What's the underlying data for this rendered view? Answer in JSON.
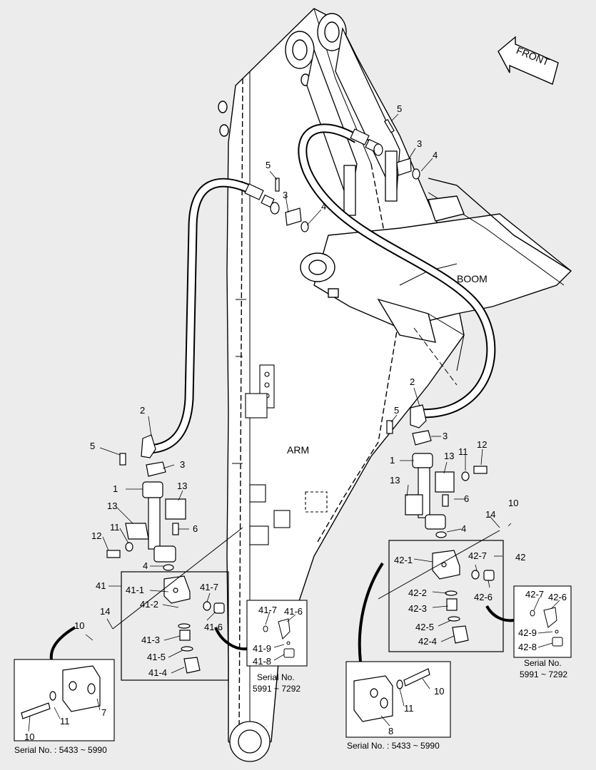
{
  "labels": {
    "front": "FRONT",
    "boom": "BOOM",
    "arm": "ARM",
    "p1": "1",
    "p2": "2",
    "p3": "3",
    "p4": "4",
    "p5": "5",
    "p6": "6",
    "p7": "7",
    "p8": "8",
    "p10": "10",
    "p11": "11",
    "p12": "12",
    "p13": "13",
    "p14": "14",
    "p41": "41",
    "p42": "42",
    "p41_1": "41-1",
    "p41_2": "41-2",
    "p41_3": "41-3",
    "p41_4": "41-4",
    "p41_5": "41-5",
    "p41_6": "41-6",
    "p41_7": "41-7",
    "p41_8": "41-8",
    "p41_9": "41-9",
    "p42_1": "42-1",
    "p42_2": "42-2",
    "p42_3": "42-3",
    "p42_4": "42-4",
    "p42_5": "42-5",
    "p42_6": "42-6",
    "p42_7": "42-7",
    "p42_8": "42-8",
    "p42_9": "42-9"
  },
  "captions": {
    "serial_left_bottom": "Serial No. : 5433 ~ 5990",
    "serial_mid_bottom": "Serial No. : 5433 ~ 5990",
    "serial_left_inset_title": "Serial No.",
    "serial_left_inset_range": "5991 ~ 7292",
    "serial_right_inset_title": "Serial No.",
    "serial_right_inset_range": "5991 ~ 7292"
  },
  "colors": {
    "background": "#ececec",
    "line": "#000000",
    "fill": "#ffffff"
  }
}
